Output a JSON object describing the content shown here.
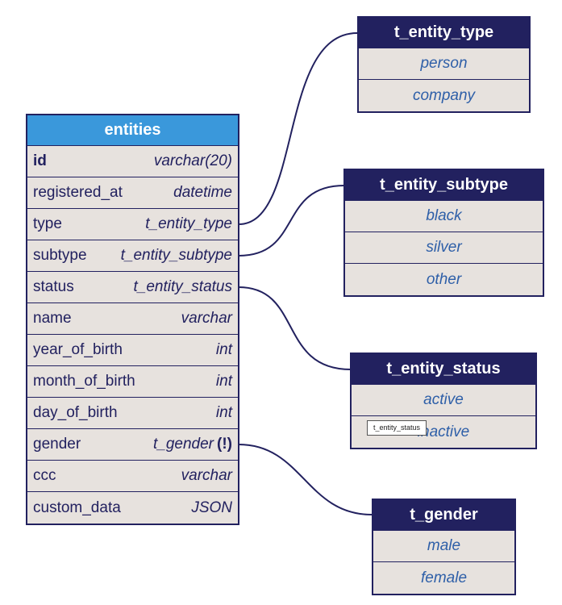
{
  "entities": {
    "title": "entities",
    "rows": [
      {
        "name": "id",
        "type": "varchar(20)"
      },
      {
        "name": "registered_at",
        "type": "datetime"
      },
      {
        "name": "type",
        "type": "t_entity_type"
      },
      {
        "name": "subtype",
        "type": "t_entity_subtype"
      },
      {
        "name": "status",
        "type": "t_entity_status"
      },
      {
        "name": "name",
        "type": "varchar"
      },
      {
        "name": "year_of_birth",
        "type": "int"
      },
      {
        "name": "month_of_birth",
        "type": "int"
      },
      {
        "name": "day_of_birth",
        "type": "int"
      },
      {
        "name": "gender",
        "type": "t_gender",
        "flag": "(!)"
      },
      {
        "name": "ccc",
        "type": "varchar"
      },
      {
        "name": "custom_data",
        "type": "JSON"
      }
    ]
  },
  "enums": {
    "entity_type": {
      "title": "t_entity_type",
      "values": [
        "person",
        "company"
      ]
    },
    "entity_subtype": {
      "title": "t_entity_subtype",
      "values": [
        "black",
        "silver",
        "other"
      ]
    },
    "entity_status": {
      "title": "t_entity_status",
      "values": [
        "active",
        "inactive"
      ]
    },
    "gender": {
      "title": "t_gender",
      "values": [
        "male",
        "female"
      ]
    }
  },
  "tooltip": "t_entity_status",
  "colors": {
    "main_header": "#3a98db",
    "enum_header": "#22215f",
    "body": "#e7e2de",
    "enum_value": "#2e5fa8",
    "line": "#22215f"
  }
}
